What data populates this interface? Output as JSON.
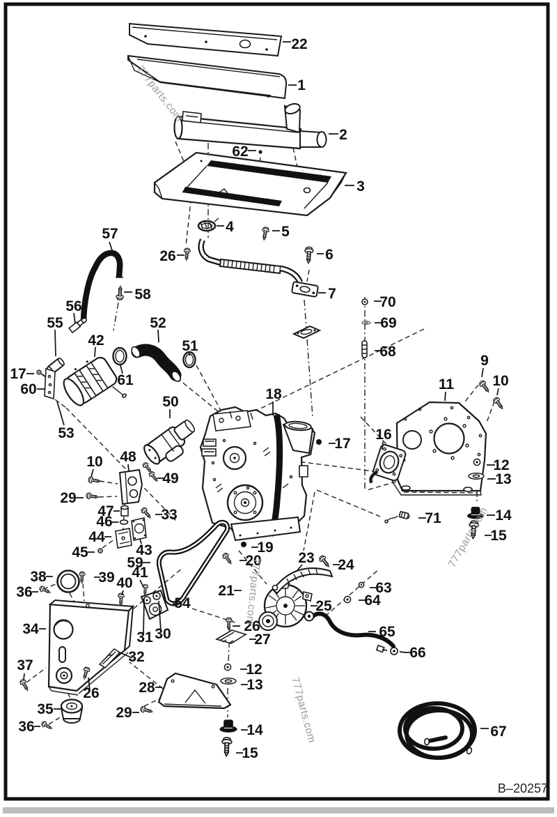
{
  "diagram": {
    "figure_code": "B–20257",
    "watermark_text": "777parts.com",
    "colors": {
      "line": "#1a1a1a",
      "label": "#111111",
      "watermark": "#9a9a9a",
      "background": "#ffffff"
    },
    "callouts": [
      {
        "n": "22"
      },
      {
        "n": "1"
      },
      {
        "n": "2"
      },
      {
        "n": "62"
      },
      {
        "n": "3"
      },
      {
        "n": "4"
      },
      {
        "n": "5"
      },
      {
        "n": "57"
      },
      {
        "n": "26"
      },
      {
        "n": "6"
      },
      {
        "n": "58"
      },
      {
        "n": "7"
      },
      {
        "n": "70"
      },
      {
        "n": "56"
      },
      {
        "n": "69"
      },
      {
        "n": "55"
      },
      {
        "n": "52"
      },
      {
        "n": "42"
      },
      {
        "n": "51"
      },
      {
        "n": "68"
      },
      {
        "n": "9"
      },
      {
        "n": "17"
      },
      {
        "n": "61"
      },
      {
        "n": "60"
      },
      {
        "n": "11"
      },
      {
        "n": "10"
      },
      {
        "n": "18"
      },
      {
        "n": "50"
      },
      {
        "n": "16"
      },
      {
        "n": "53"
      },
      {
        "n": "17"
      },
      {
        "n": "10"
      },
      {
        "n": "48"
      },
      {
        "n": "12"
      },
      {
        "n": "49"
      },
      {
        "n": "13"
      },
      {
        "n": "29"
      },
      {
        "n": "47"
      },
      {
        "n": "33"
      },
      {
        "n": "46"
      },
      {
        "n": "71"
      },
      {
        "n": "14"
      },
      {
        "n": "44"
      },
      {
        "n": "43"
      },
      {
        "n": "15"
      },
      {
        "n": "45"
      },
      {
        "n": "19"
      },
      {
        "n": "59"
      },
      {
        "n": "20"
      },
      {
        "n": "23"
      },
      {
        "n": "24"
      },
      {
        "n": "41"
      },
      {
        "n": "38"
      },
      {
        "n": "39"
      },
      {
        "n": "36"
      },
      {
        "n": "40"
      },
      {
        "n": "21"
      },
      {
        "n": "63"
      },
      {
        "n": "64"
      },
      {
        "n": "54"
      },
      {
        "n": "34"
      },
      {
        "n": "25"
      },
      {
        "n": "26"
      },
      {
        "n": "65"
      },
      {
        "n": "31"
      },
      {
        "n": "30"
      },
      {
        "n": "27"
      },
      {
        "n": "66"
      },
      {
        "n": "32"
      },
      {
        "n": "37"
      },
      {
        "n": "12"
      },
      {
        "n": "28"
      },
      {
        "n": "13"
      },
      {
        "n": "26"
      },
      {
        "n": "35"
      },
      {
        "n": "29"
      },
      {
        "n": "36"
      },
      {
        "n": "14"
      },
      {
        "n": "67"
      },
      {
        "n": "15"
      }
    ]
  }
}
